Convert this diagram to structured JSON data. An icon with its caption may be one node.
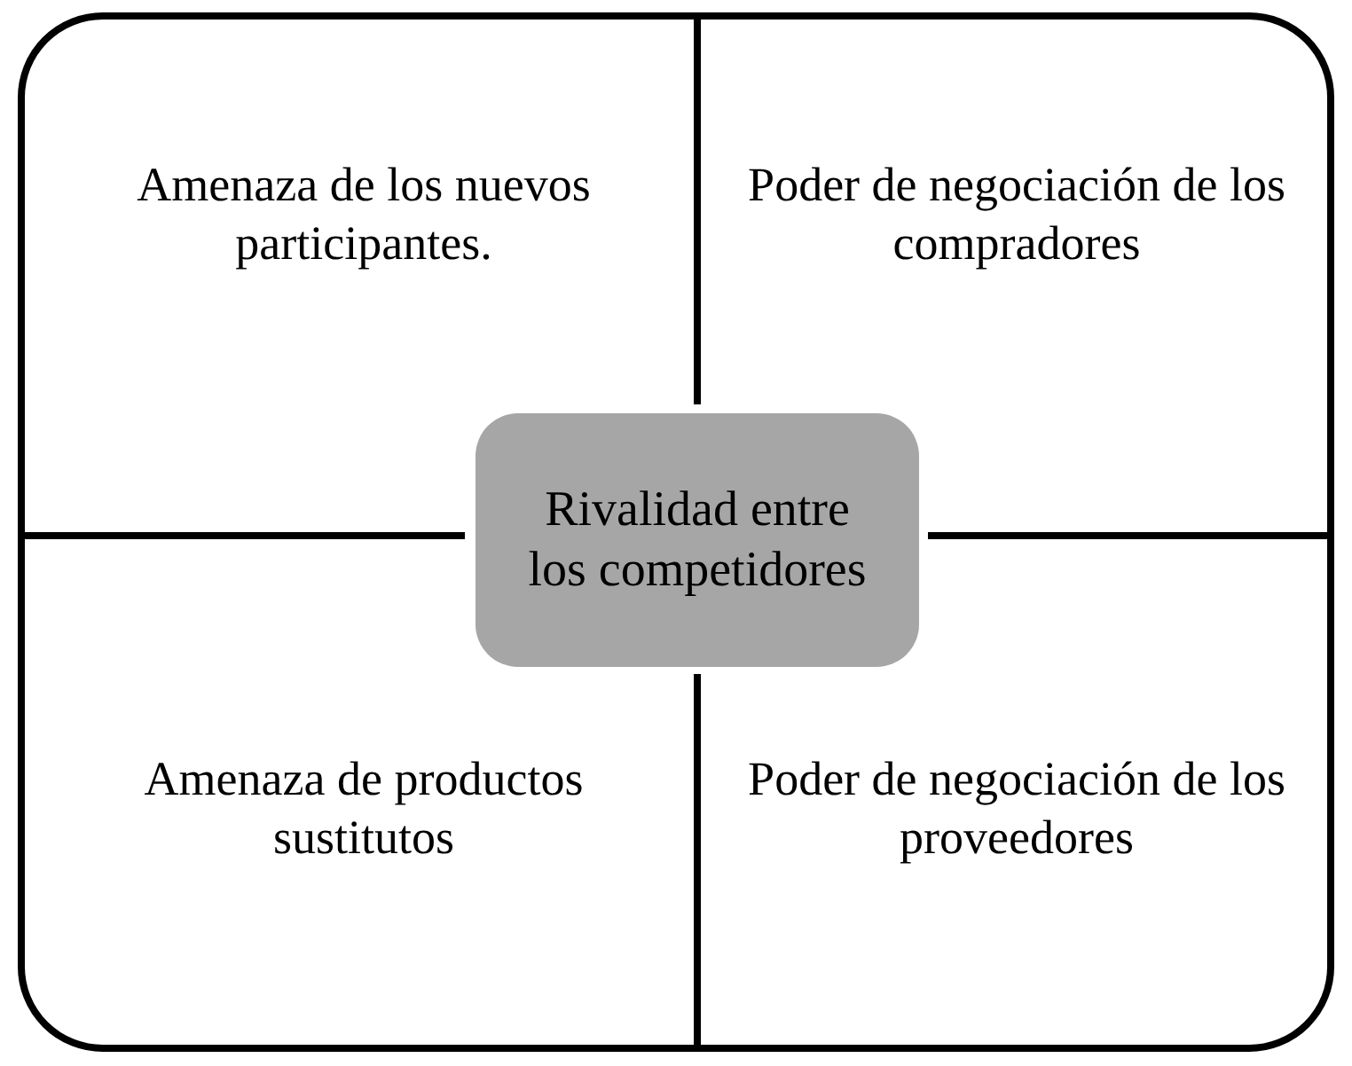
{
  "diagram": {
    "nodes": [
      {
        "text": [
          "Amenaza de los nuevos participantes."
        ]
      },
      {
        "text": [
          "Poder de negociación de los compradores"
        ]
      },
      {
        "text": [
          "Rivalidad entre los competidores"
        ]
      },
      {
        "text": [
          "Amenaza de productos sustitutos"
        ]
      },
      {
        "text": [
          "Poder de negociación de los proveedores"
        ]
      }
    ]
  }
}
